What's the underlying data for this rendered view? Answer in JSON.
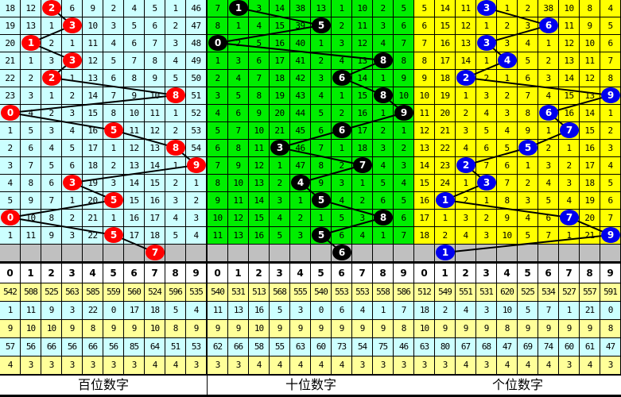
{
  "chart_data": {
    "type": "table",
    "title": "3D lottery digit trend chart (百位/十位/个位)",
    "columns": [
      "0",
      "1",
      "2",
      "3",
      "4",
      "5",
      "6",
      "7",
      "8",
      "9"
    ],
    "panels": [
      {
        "name": "百位数字",
        "bg": "#ccffff",
        "ball_color": "#ff0000",
        "line_color": "#000000",
        "rows": [
          [
            18,
            12,
            2,
            6,
            9,
            2,
            4,
            5,
            1,
            46
          ],
          [
            19,
            13,
            1,
            3,
            10,
            3,
            5,
            6,
            2,
            47
          ],
          [
            20,
            1,
            2,
            1,
            11,
            4,
            6,
            7,
            3,
            48
          ],
          [
            21,
            1,
            3,
            3,
            12,
            5,
            7,
            8,
            4,
            49
          ],
          [
            22,
            2,
            2,
            1,
            13,
            6,
            8,
            9,
            5,
            50
          ],
          [
            23,
            3,
            1,
            2,
            14,
            7,
            9,
            10,
            8,
            51
          ],
          [
            0,
            4,
            2,
            3,
            15,
            8,
            10,
            11,
            1,
            52
          ],
          [
            1,
            5,
            3,
            4,
            16,
            5,
            11,
            12,
            2,
            53
          ],
          [
            2,
            6,
            4,
            5,
            17,
            1,
            12,
            13,
            8,
            54
          ],
          [
            3,
            7,
            5,
            6,
            18,
            2,
            13,
            14,
            1,
            9
          ],
          [
            4,
            8,
            6,
            3,
            19,
            3,
            14,
            15,
            2,
            1
          ],
          [
            5,
            9,
            7,
            1,
            20,
            5,
            15,
            16,
            3,
            2
          ],
          [
            0,
            10,
            8,
            2,
            21,
            1,
            16,
            17,
            4,
            3
          ],
          [
            1,
            11,
            9,
            3,
            22,
            5,
            17,
            18,
            5,
            4
          ]
        ],
        "hits": [
          2,
          3,
          1,
          3,
          2,
          8,
          0,
          5,
          8,
          9,
          3,
          5,
          0,
          5,
          7
        ],
        "stats": [
          [
            542,
            508,
            525,
            563,
            585,
            559,
            560,
            524,
            596,
            535
          ],
          [
            1,
            11,
            9,
            3,
            22,
            0,
            17,
            18,
            5,
            4
          ],
          [
            9,
            10,
            10,
            9,
            8,
            9,
            9,
            10,
            8,
            9
          ],
          [
            57,
            56,
            66,
            56,
            66,
            56,
            85,
            64,
            51,
            53
          ],
          [
            4,
            3,
            3,
            3,
            3,
            3,
            3,
            4,
            4,
            3
          ]
        ]
      },
      {
        "name": "十位数字",
        "bg": "#00ee00",
        "ball_color": "#000000",
        "line_color": "#000000",
        "rows": [
          [
            7,
            1,
            3,
            14,
            38,
            13,
            1,
            10,
            2,
            5
          ],
          [
            8,
            1,
            4,
            15,
            39,
            5,
            2,
            11,
            3,
            6
          ],
          [
            0,
            2,
            5,
            16,
            40,
            1,
            3,
            12,
            4,
            7
          ],
          [
            1,
            3,
            6,
            17,
            41,
            2,
            4,
            13,
            8,
            8
          ],
          [
            2,
            4,
            7,
            18,
            42,
            3,
            6,
            14,
            1,
            9
          ],
          [
            3,
            5,
            8,
            19,
            43,
            4,
            1,
            15,
            8,
            10
          ],
          [
            4,
            6,
            9,
            20,
            44,
            5,
            2,
            16,
            1,
            9
          ],
          [
            5,
            7,
            10,
            21,
            45,
            6,
            6,
            17,
            2,
            1
          ],
          [
            6,
            8,
            11,
            3,
            46,
            7,
            1,
            18,
            3,
            2
          ],
          [
            7,
            9,
            12,
            1,
            47,
            8,
            2,
            7,
            4,
            3
          ],
          [
            8,
            10,
            13,
            2,
            4,
            9,
            3,
            1,
            5,
            4
          ],
          [
            9,
            11,
            14,
            3,
            1,
            5,
            4,
            2,
            6,
            5
          ],
          [
            10,
            12,
            15,
            4,
            2,
            1,
            5,
            3,
            8,
            6
          ],
          [
            11,
            13,
            16,
            5,
            3,
            5,
            6,
            4,
            1,
            7
          ]
        ],
        "hits": [
          1,
          5,
          0,
          8,
          6,
          8,
          9,
          6,
          3,
          7,
          4,
          5,
          8,
          5,
          6
        ],
        "stats": [
          [
            540,
            531,
            513,
            568,
            555,
            540,
            553,
            553,
            558,
            586
          ],
          [
            11,
            13,
            16,
            5,
            3,
            0,
            6,
            4,
            1,
            7
          ],
          [
            9,
            9,
            10,
            9,
            9,
            9,
            9,
            9,
            9,
            8
          ],
          [
            62,
            66,
            58,
            55,
            63,
            60,
            73,
            54,
            75,
            46
          ],
          [
            3,
            3,
            4,
            4,
            4,
            4,
            4,
            3,
            3,
            3
          ]
        ]
      },
      {
        "name": "个位数字",
        "bg": "#ffff00",
        "ball_color": "#0000ee",
        "line_color": "#000000",
        "rows": [
          [
            5,
            14,
            11,
            3,
            1,
            2,
            38,
            10,
            8,
            4
          ],
          [
            6,
            15,
            12,
            1,
            2,
            3,
            6,
            11,
            9,
            5
          ],
          [
            7,
            16,
            13,
            3,
            3,
            4,
            1,
            12,
            10,
            6
          ],
          [
            8,
            17,
            14,
            1,
            4,
            5,
            2,
            13,
            11,
            7
          ],
          [
            9,
            18,
            2,
            2,
            1,
            6,
            3,
            14,
            12,
            8
          ],
          [
            10,
            19,
            1,
            3,
            2,
            7,
            4,
            15,
            13,
            9
          ],
          [
            11,
            20,
            2,
            4,
            3,
            8,
            6,
            16,
            14,
            1
          ],
          [
            12,
            21,
            3,
            5,
            4,
            9,
            1,
            7,
            15,
            2
          ],
          [
            13,
            22,
            4,
            6,
            5,
            5,
            2,
            1,
            16,
            3
          ],
          [
            14,
            23,
            2,
            7,
            6,
            1,
            3,
            2,
            17,
            4
          ],
          [
            15,
            24,
            1,
            3,
            7,
            2,
            4,
            3,
            18,
            5
          ],
          [
            16,
            1,
            2,
            1,
            8,
            3,
            5,
            4,
            19,
            6
          ],
          [
            17,
            1,
            3,
            2,
            9,
            4,
            6,
            7,
            20,
            7
          ],
          [
            18,
            2,
            4,
            3,
            10,
            5,
            7,
            1,
            21,
            9
          ]
        ],
        "hits": [
          3,
          6,
          3,
          4,
          2,
          9,
          6,
          7,
          5,
          2,
          3,
          1,
          7,
          9,
          1
        ],
        "stats": [
          [
            512,
            549,
            551,
            531,
            620,
            525,
            534,
            527,
            557,
            591
          ],
          [
            18,
            2,
            4,
            3,
            10,
            5,
            7,
            1,
            21,
            0
          ],
          [
            10,
            9,
            9,
            9,
            8,
            9,
            9,
            9,
            9,
            8
          ],
          [
            63,
            80,
            67,
            68,
            47,
            69,
            74,
            60,
            61,
            47
          ],
          [
            3,
            3,
            4,
            3,
            4,
            4,
            4,
            3,
            4,
            3
          ]
        ]
      }
    ],
    "stats_row_colors": [
      "#ffff99",
      "#ccffff",
      "#ffff99",
      "#ccffff",
      "#ffff99"
    ],
    "prediction_row_color": "#c0c0c0"
  }
}
